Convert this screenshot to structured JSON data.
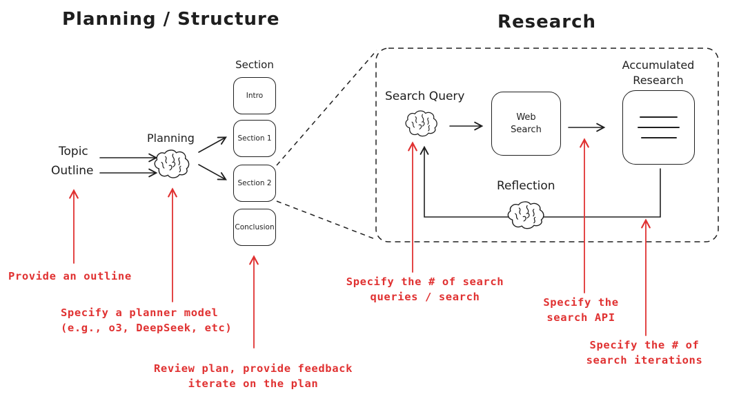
{
  "colors": {
    "ink": "#1e1e1e",
    "accent_red": "#e03131",
    "background": "#ffffff"
  },
  "titles": {
    "planning": "Planning / Structure",
    "research": "Research"
  },
  "planning_flow": {
    "inputs": [
      "Topic",
      "Outline"
    ],
    "brain_label": "Planning",
    "brain_icon": "brain-icon",
    "section_header": "Section",
    "sections": [
      "Intro",
      "Section 1",
      "Section 2",
      "Conclusion"
    ]
  },
  "research_flow": {
    "search_query_label": "Search Query",
    "web_search": {
      "line1": "Web",
      "line2": "Search"
    },
    "accumulated": {
      "line1": "Accumulated",
      "line2": "Research"
    },
    "reflection_label": "Reflection",
    "document_icon": "document-lines-icon"
  },
  "annotations": {
    "provide_outline": {
      "line1": "Provide an outline"
    },
    "planner_model": {
      "line1": "Specify a planner model",
      "line2": "(e.g., o3, DeepSeek, etc)"
    },
    "review_plan": {
      "line1": "Review plan, provide feedback",
      "line2": "iterate on the plan"
    },
    "search_queries": {
      "line1": "Specify the # of search",
      "line2": "queries / search"
    },
    "search_api": {
      "line1": "Specify the",
      "line2": "search API"
    },
    "search_iterations": {
      "line1": "Specify the # of",
      "line2": "search iterations"
    }
  }
}
